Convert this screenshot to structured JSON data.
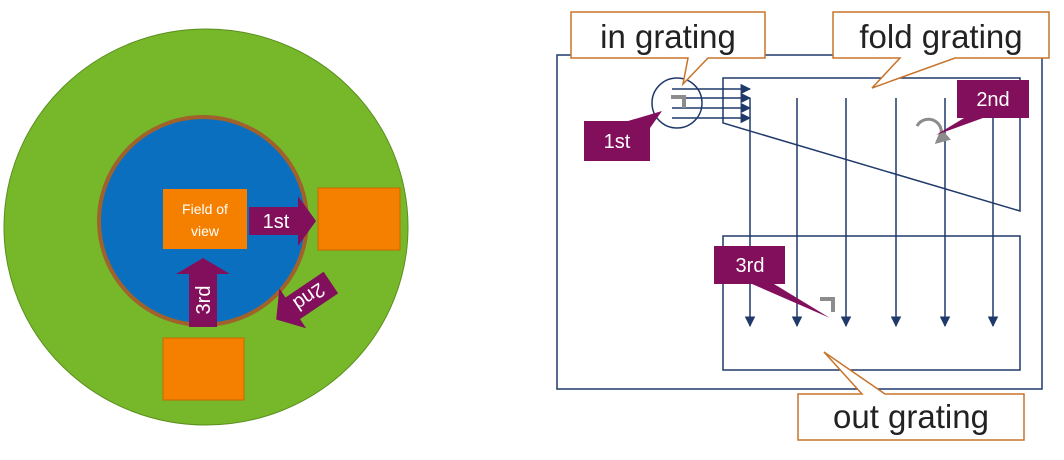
{
  "left_diagram": {
    "field_of_view_line1": "Field of",
    "field_of_view_line2": "view",
    "arrow_1st": "1st",
    "arrow_2nd": "2nd",
    "arrow_3rd": "3rd",
    "colors": {
      "outer_disc": "#77b82a",
      "inner_disc": "#0b6fc0",
      "inner_ring": "#a0622a",
      "orange": "#f58000",
      "arrow": "#820f5b"
    }
  },
  "right_diagram": {
    "in_grating": "in grating",
    "fold_grating": "fold grating",
    "out_grating": "out grating",
    "tag_1st": "1st",
    "tag_2nd": "2nd",
    "tag_3rd": "3rd",
    "colors": {
      "lines": "#1f3a6a",
      "tag": "#820f5b",
      "callout_border": "#c8732a",
      "frame": "#1f3a6a"
    }
  }
}
